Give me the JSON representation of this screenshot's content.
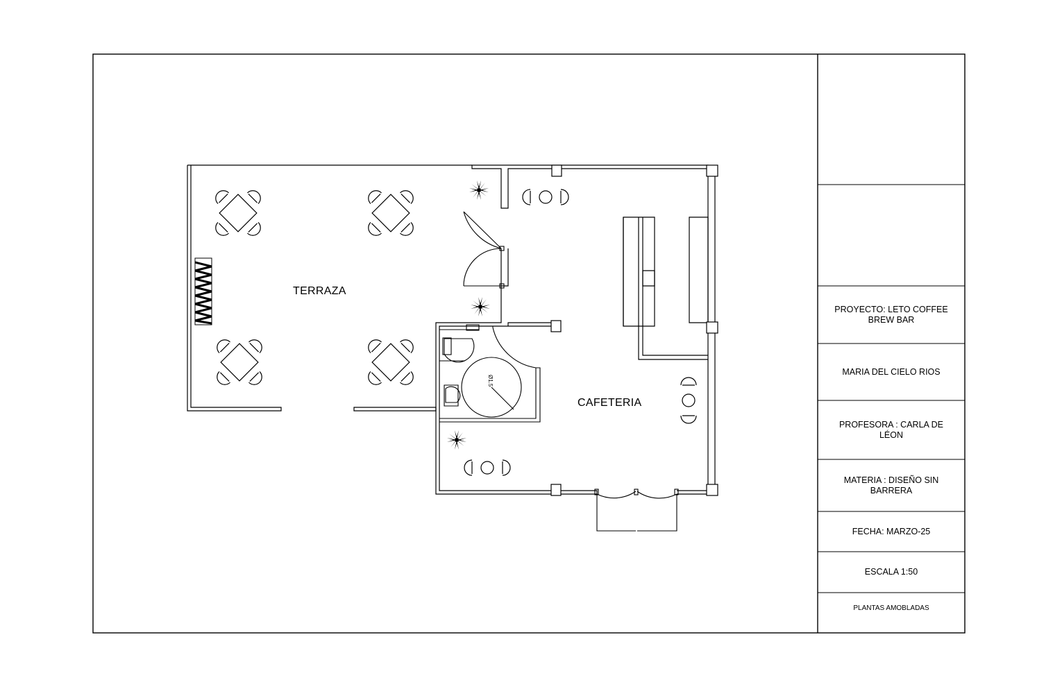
{
  "rooms": {
    "terraza": "TERRAZA",
    "cafeteria": "CAFETERIA"
  },
  "title_block": {
    "proyecto": "PROYECTO: LETO COFFEE BREW BAR",
    "autor": "MARIA DEL CIELO RIOS",
    "profesora": "PROFESORA : CARLA DE LÉON",
    "materia": "MATERIA : DISEÑO SIN BARRERA",
    "fecha": "FECHA: MARZO-25",
    "escala": "ESCALA 1:50",
    "lamina": "PLANTAS AMOBLADAS"
  },
  "fixture_labels": {
    "turning_circle": "Ø1.5"
  },
  "colors": {
    "line": "#000000",
    "background": "#ffffff"
  }
}
